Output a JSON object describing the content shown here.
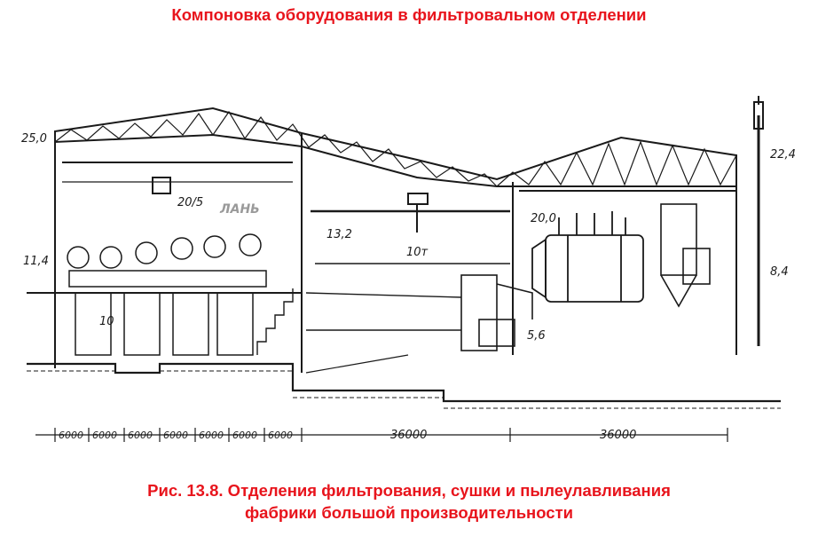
{
  "title": "Компоновка оборудования в фильтровальном отделении",
  "caption": {
    "line1": "Рис. 13.8. Отделения фильтрования, сушки и пылеулавливания",
    "line2": "фабрики большой производительности"
  },
  "drawing": {
    "elevations": {
      "left_roof": "25,0",
      "left_mid": "11,4",
      "mid_floor": "13,2",
      "mid_right": "20,0",
      "right_roof": "22,4",
      "right_mid": "8,4"
    },
    "labels": {
      "crane": "20/5",
      "hoist": "10т",
      "filters": "10",
      "dryer": "5,6"
    },
    "dimensions": [
      "6000",
      "6000",
      "6000",
      "6000",
      "6000",
      "6000",
      "6000",
      "36000",
      "36000"
    ],
    "watermark": "ЛАНЬ"
  },
  "colors": {
    "title": "#e8141c",
    "ink": "#1a1a1a"
  }
}
